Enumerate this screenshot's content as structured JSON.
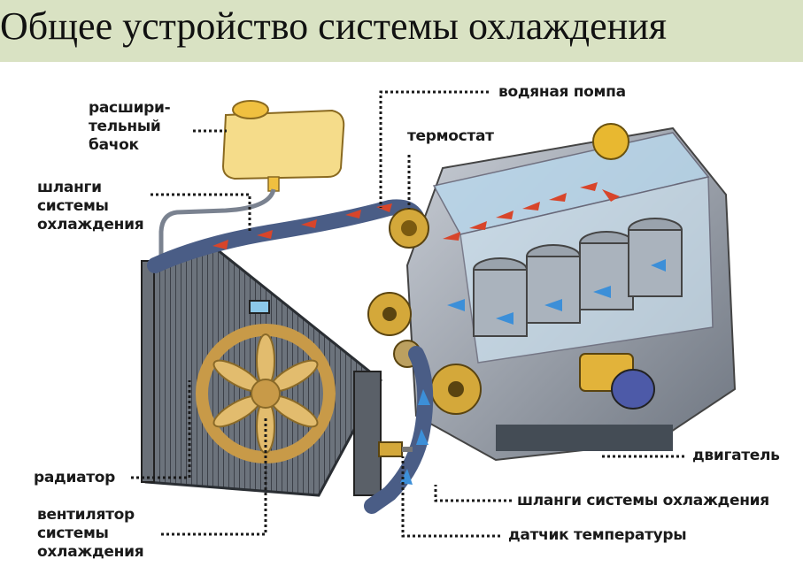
{
  "title": "Общее устройство системы охлаждения",
  "labels": {
    "tank": [
      "расшири-",
      "тельный",
      "бачок"
    ],
    "hoses_top": [
      "шланги",
      "системы",
      "охлаждения"
    ],
    "water_pump": "водяная помпа",
    "thermostat": "термостат",
    "radiator": "радиатор",
    "fan": [
      "вентилятор",
      "системы",
      "охлаждения"
    ],
    "engine": "двигатель",
    "hoses_bottom": "шланги системы охлаждения",
    "temp_sensor": "датчик температуры"
  },
  "colors": {
    "title_band": "#d9e2c3",
    "hose": "#4a5d86",
    "flow_hot": "#d8452a",
    "flow_cold": "#3c8fd8",
    "tank": "#f5dc8a",
    "fan": "#e2bc6e",
    "engine": "#9aa2ad"
  }
}
